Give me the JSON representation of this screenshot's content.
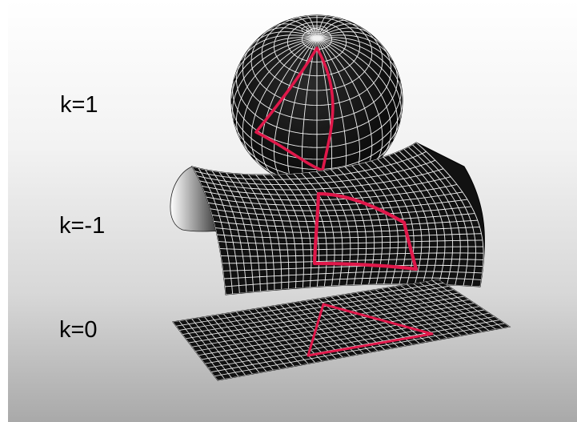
{
  "labels": {
    "positive_curvature": "k=1",
    "negative_curvature": "k=-1",
    "flat": "k=0"
  },
  "colors": {
    "surface": "#111111",
    "grid": "#f2f2f2",
    "triangle": "#e0184a",
    "background_top": "#ffffff",
    "background_bottom": "#a9a9a9"
  }
}
